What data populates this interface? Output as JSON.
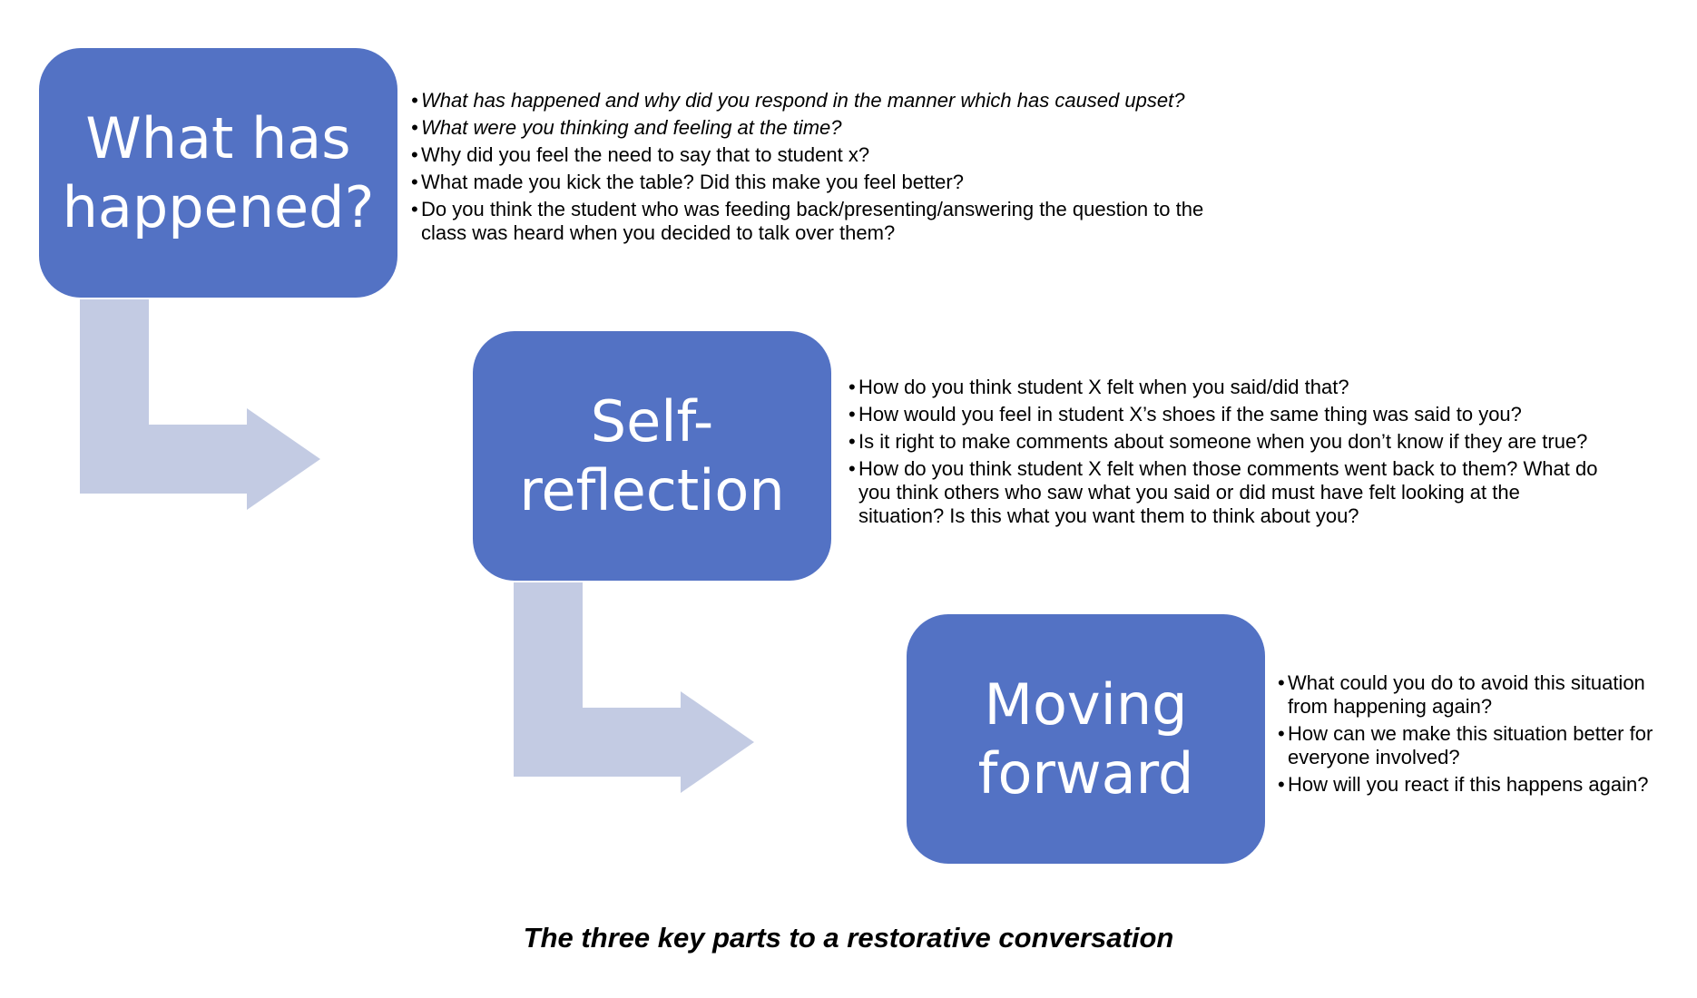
{
  "colors": {
    "box": "#5372c4",
    "arrow": "#c3cbe3",
    "box_text": "#ffffff"
  },
  "steps": [
    {
      "title": "What has\nhappened?",
      "questions": [
        {
          "text": "What has happened and why did you respond in the manner which has caused upset?",
          "italic": true
        },
        {
          "text": "What were you thinking and feeling at the time?",
          "italic": true
        },
        {
          "text": "Why did you feel the need to say that to student x?",
          "italic": false
        },
        {
          "text": "What made you kick the table? Did this make you feel better?",
          "italic": false
        },
        {
          "text": "Do you think the student who was feeding back/presenting/answering the question to the class was heard when you decided to talk over them?",
          "italic": false
        }
      ]
    },
    {
      "title": "Self-\nreflection",
      "questions": [
        {
          "text": "How do you think student X felt when you said/did that?",
          "italic": false
        },
        {
          "text": "How would you feel in student X’s shoes if the same thing was said to you?",
          "italic": false
        },
        {
          "text": "Is it right to make comments about someone when you don’t know if they are true?",
          "italic": false
        },
        {
          "text": "How do you think student X felt when those comments went back to them? What do you think others who saw what you said or did must have felt looking at the situation? Is this what you want them to think about you?",
          "italic": false
        }
      ]
    },
    {
      "title": "Moving\nforward",
      "questions": [
        {
          "text": "What could you do to avoid this situation from happening again?",
          "italic": false
        },
        {
          "text": "How can we make this situation better for everyone involved?",
          "italic": false
        },
        {
          "text": "How will you react if this happens again?",
          "italic": false
        }
      ]
    }
  ],
  "caption": "The three key parts to a restorative conversation"
}
